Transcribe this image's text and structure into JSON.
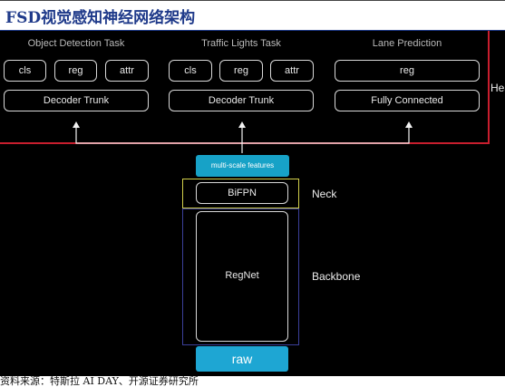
{
  "header": {
    "title": "FSD视觉感知神经网络架构"
  },
  "diagram": {
    "tasks": [
      {
        "title": "Object Detection Task",
        "outputs": [
          "cls",
          "reg",
          "attr"
        ],
        "base": "Decoder Trunk"
      },
      {
        "title": "Traffic Lights Task",
        "outputs": [
          "cls",
          "reg",
          "attr"
        ],
        "base": "Decoder Trunk"
      },
      {
        "title": "Lane Prediction",
        "outputs": [
          "reg"
        ],
        "base": "Fully Connected"
      }
    ],
    "heads_label": "Heads",
    "multi_scale_label": "multi-scale features",
    "neck_block": "BiFPN",
    "neck_label": "Neck",
    "backbone_block": "RegNet",
    "backbone_label": "Backbone",
    "input_label": "raw",
    "colors": {
      "background": "#000000",
      "heads_frame": "#c81e2e",
      "neck_frame": "#d2d04a",
      "backbone_frame": "#3b3f9a",
      "accent": "#1ea6d3",
      "title": "#1f3a8a"
    }
  },
  "footer": {
    "source": "资料来源：特斯拉 AI DAY、开源证券研究所"
  }
}
